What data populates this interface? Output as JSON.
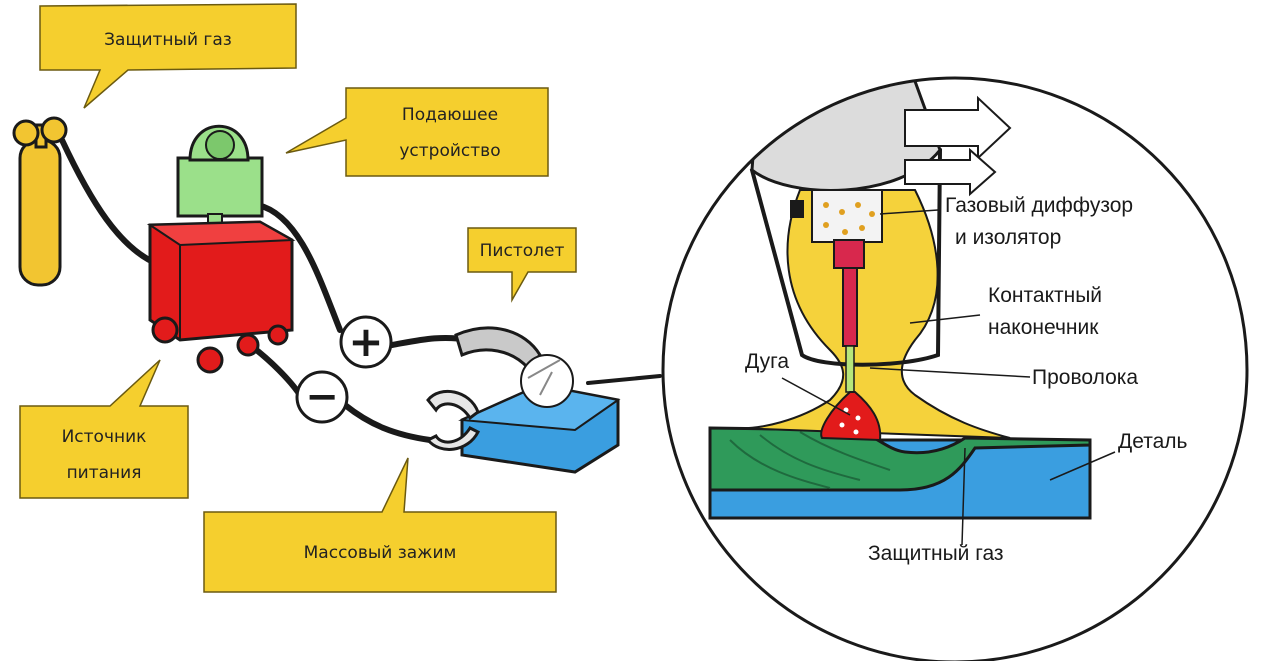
{
  "labels": {
    "shielding_gas": "Защитный газ",
    "wire_feeder_line1": "Подаюшее",
    "wire_feeder_line2": "устройство",
    "gun": "Пистолет",
    "power_source_line1": "Источник",
    "power_source_line2": "питания",
    "ground_clamp": "Массовый зажим",
    "gas_diffuser_line1": "Газовый диффузор",
    "gas_diffuser_line2": "и изолятор",
    "contact_tip_line1": "Контактный",
    "contact_tip_line2": "наконечник",
    "arc": "Дуга",
    "wire": "Проволока",
    "workpiece": "Деталь",
    "detail_shielding_gas": "Защитный газ",
    "plus": "+",
    "minus": "−"
  },
  "colors": {
    "callout": "#f5cf2e",
    "power_source": "#e21b1b",
    "wire_feeder": "#9be08a",
    "workpiece_plate": "#3a9ee0",
    "gas_cylinder": "#f2c531",
    "weld_pool": "#e21b1b",
    "weld_bead": "#2f9a5a",
    "gas_cloud": "#f5d23b",
    "contact_tip": "#d8284d"
  }
}
